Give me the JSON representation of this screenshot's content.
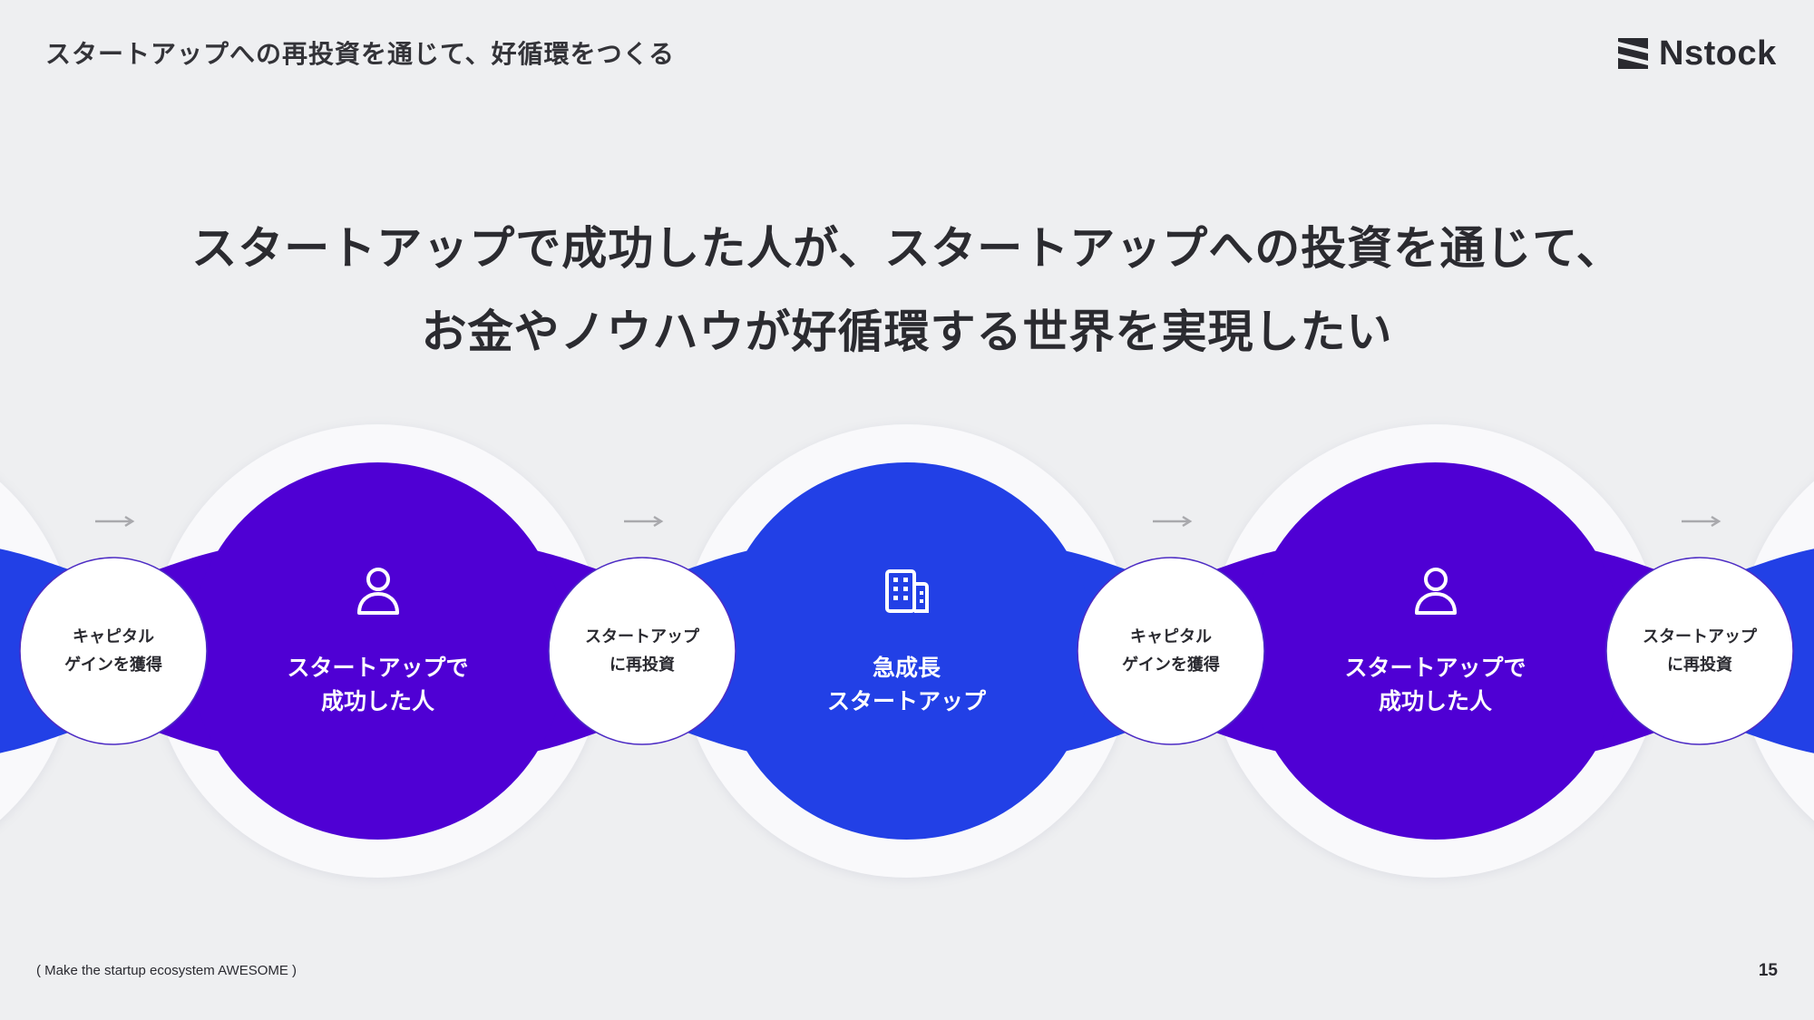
{
  "header": {
    "title": "スタートアップへの再投資を通じて、好循環をつくる"
  },
  "logo": {
    "text": "Nstock",
    "icon": "nstock-logo-icon"
  },
  "headline": {
    "line1": "スタートアップで成功した人が、スタートアップへの投資を通じて、",
    "line2": "お金やノウハウが好循環する世界を実現したい"
  },
  "cycle": {
    "colors": {
      "purple": "#4f00d4",
      "blue": "#2240e6",
      "halo": "#f9f9fb",
      "connector_border": "#4d2cc4",
      "arrow": "#a9a9ad"
    },
    "nodes": [
      {
        "kind": "small",
        "line1": "キャピタル",
        "line2": "ゲインを獲得"
      },
      {
        "kind": "big",
        "color": "purple",
        "icon": "person-icon",
        "line1": "スタートアップで",
        "line2": "成功した人"
      },
      {
        "kind": "small",
        "line1": "スタートアップ",
        "line2": "に再投資"
      },
      {
        "kind": "big",
        "color": "blue",
        "icon": "building-icon",
        "line1": "急成長",
        "line2": "スタートアップ"
      },
      {
        "kind": "small",
        "line1": "キャピタル",
        "line2": "ゲインを獲得"
      },
      {
        "kind": "big",
        "color": "purple",
        "icon": "person-icon",
        "line1": "スタートアップで",
        "line2": "成功した人"
      },
      {
        "kind": "small",
        "line1": "スタートアップ",
        "line2": "に再投資"
      }
    ],
    "arrow_icon": "arrow-right-icon"
  },
  "footer": {
    "tagline": "( Make the startup ecosystem AWESOME )",
    "page_number": "15"
  }
}
